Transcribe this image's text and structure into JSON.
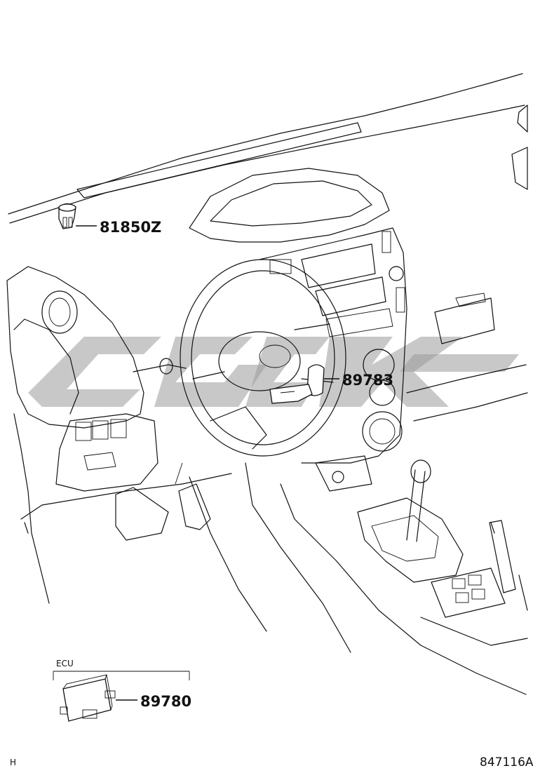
{
  "parts": {
    "p1": "81850Z",
    "p2": "89783",
    "p3": "89780"
  },
  "ecu_label": "ECU",
  "corner_mark": "H",
  "diagram_code": "847116A"
}
